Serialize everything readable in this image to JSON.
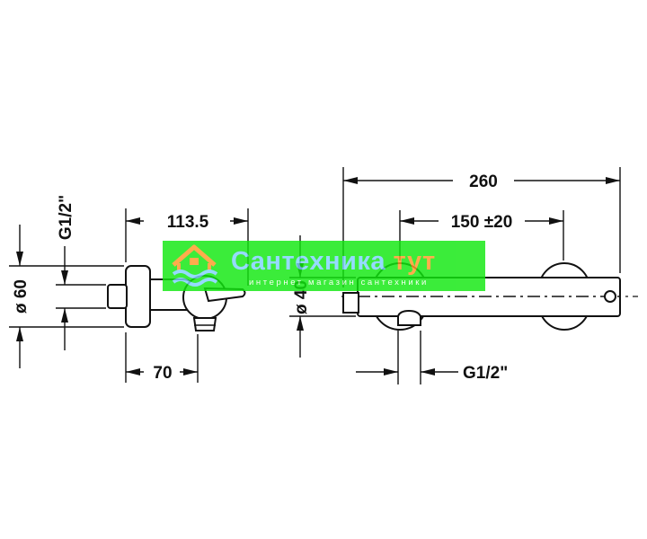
{
  "drawing": {
    "dimensions": {
      "d113": "113.5",
      "d70": "70",
      "d260": "260",
      "d150": "150 ±20",
      "g12_left": "G1/2\"",
      "g12_bottom": "G1/2\"",
      "dia60": "ø 60",
      "dia40": "ø 40"
    },
    "colors": {
      "line": "#111111",
      "watermark_bg": "#11e80f",
      "watermark_title_1": "#7fd2ff",
      "watermark_title_2": "#ff9a26"
    }
  },
  "watermark": {
    "word1": "Сантехника",
    "word2": "тут",
    "subtitle": "интернет магазин сантехники",
    "logo_icon": "house-waves-icon"
  }
}
